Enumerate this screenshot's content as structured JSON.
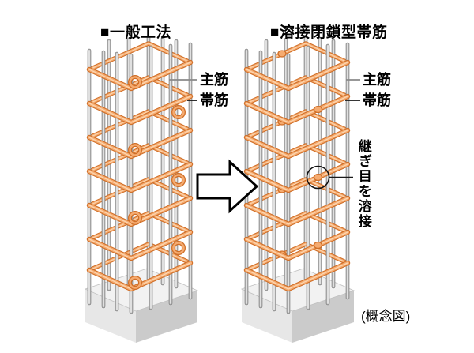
{
  "diagram": {
    "figures": [
      {
        "id": "general-method",
        "title": "■一般工法",
        "labels": {
          "main_bar": "主筋",
          "hoop": "帯筋"
        }
      },
      {
        "id": "welded-closed-hoop",
        "title": "■溶接閉鎖型帯筋",
        "labels": {
          "main_bar": "主筋",
          "hoop": "帯筋",
          "weld_note": "継ぎ目を溶接"
        }
      }
    ],
    "caption": "(概念図)",
    "icons": {
      "transform_arrow": "right-block-arrow",
      "weld_marker": "circle-annotation"
    },
    "colors": {
      "hoop_outline": "#d06f28",
      "hoop_fill": "#f5ab70",
      "hoop_highlight": "#fcd6b0",
      "bar_outline": "#7d7d7d",
      "bar_fill": "#c9c9c9",
      "bar_highlight": "#f4f4f4",
      "footing_top": "#f2f2f2",
      "footing_side_light": "#e7e7e7",
      "footing_side_dark": "#cbcbcb",
      "footing_edge": "#c0c0c0",
      "leader_main_bar": "#8a8a8a",
      "leader_dark": "#1a1a1a",
      "arrow_fill": "#ffffff",
      "arrow_stroke": "#000000",
      "text": "#000000",
      "background": "#ffffff"
    }
  }
}
